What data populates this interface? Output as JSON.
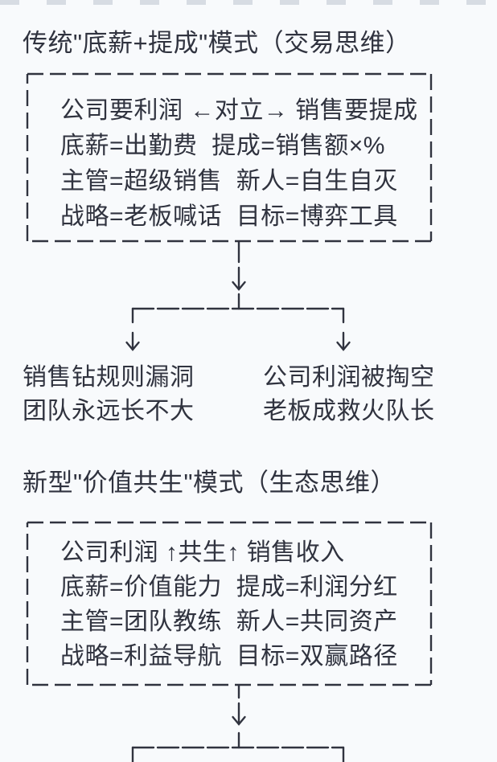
{
  "colors": {
    "background": "#f8fafc",
    "ink": "#30333f",
    "faded_top_line": "#d7dce3"
  },
  "sections": {
    "traditional": {
      "title": "传统\"底薪+提成\"模式（交易思维）",
      "box_lines": [
        "公司要利润 ←对立→ 销售要提成",
        "底薪=出勤费  提成=销售额×%",
        "主管=超级销售  新人=自生自灭",
        "战略=老板喊话  目标=博弈工具"
      ],
      "outcome_left": [
        "销售钻规则漏洞",
        "团队永远长不大"
      ],
      "outcome_right": [
        "公司利润被掏空",
        "老板成救火队长"
      ]
    },
    "symbiosis": {
      "title": "新型\"价值共生\"模式（生态思维）",
      "box_lines": [
        "公司利润 ↑共生↑ 销售收入",
        "底薪=价值能力  提成=利润分红",
        "主管=团队教练  新人=共同资产",
        "战略=利益导航  目标=双赢路径"
      ]
    }
  }
}
